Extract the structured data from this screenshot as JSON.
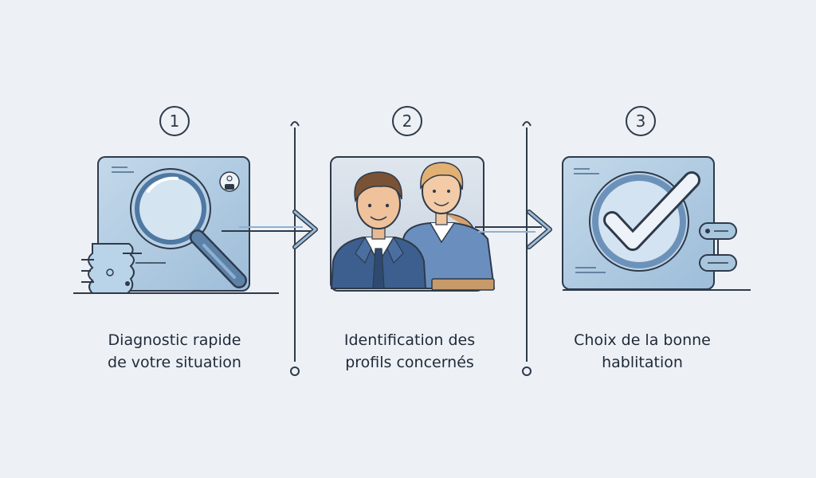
{
  "steps": [
    {
      "number": "1",
      "caption_line1": "Diagnostic rapide",
      "caption_line2": "de votre situation",
      "icon": "magnifier-icon"
    },
    {
      "number": "2",
      "caption_line1": "Identification des",
      "caption_line2": "profils concernés",
      "icon": "people-icon"
    },
    {
      "number": "3",
      "caption_line1": "Choix de la bonne",
      "caption_line2": "hablitation",
      "icon": "checkmark-icon"
    }
  ],
  "colors": {
    "background": "#edf1f6",
    "panel_fill": "#a9c6df",
    "line": "#2e3a4a",
    "accent": "#7fa3c6",
    "suit": "#3d5f8f"
  }
}
